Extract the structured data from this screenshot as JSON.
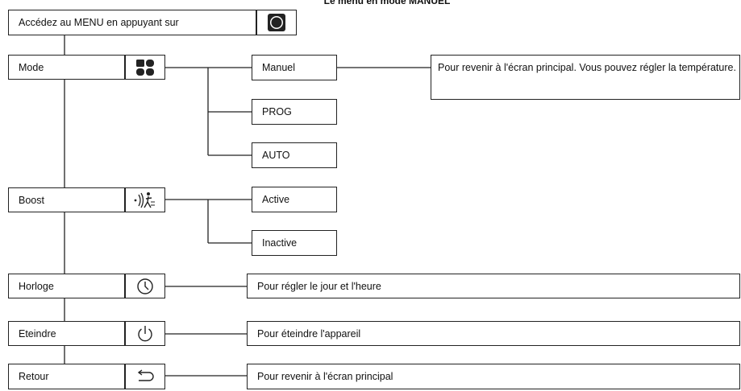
{
  "title": "Le menu en mode MANUEL",
  "start": {
    "label": "Accédez au MENU en appuyant sur",
    "icon": "circle-button-icon"
  },
  "menu": [
    {
      "key": "mode",
      "label": "Mode",
      "icon": "four-squares-icon",
      "options": [
        "Manuel",
        "PROG",
        "AUTO"
      ],
      "note": "Pour revenir à l'écran principal. Vous pouvez régler la température."
    },
    {
      "key": "boost",
      "label": "Boost",
      "icon": "boost-icon",
      "options": [
        "Active",
        "Inactive"
      ]
    },
    {
      "key": "horloge",
      "label": "Horloge",
      "icon": "clock-icon",
      "description": "Pour régler le jour et l'heure"
    },
    {
      "key": "eteindre",
      "label": "Eteindre",
      "icon": "power-icon",
      "description": "Pour éteindre l'appareil"
    },
    {
      "key": "retour",
      "label": "Retour",
      "icon": "return-arrow-icon",
      "description": "Pour revenir à l'écran principal"
    }
  ]
}
